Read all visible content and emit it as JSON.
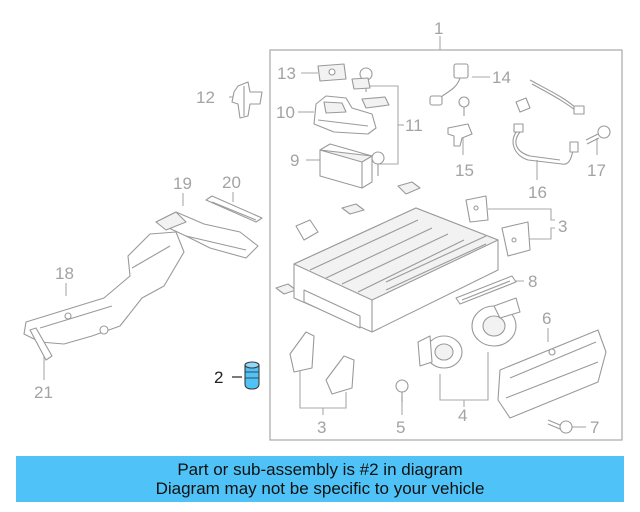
{
  "callouts": {
    "c1": "1",
    "c2": "2",
    "c3a": "3",
    "c3b": "3",
    "c4": "4",
    "c5": "5",
    "c6": "6",
    "c7": "7",
    "c8": "8",
    "c9": "9",
    "c10": "10",
    "c11": "11",
    "c12": "12",
    "c13": "13",
    "c14": "14",
    "c15": "15",
    "c16": "16",
    "c17": "17",
    "c18": "18",
    "c19": "19",
    "c20": "20",
    "c21": "21"
  },
  "highlight_color": "#4fc3f7",
  "banner": {
    "line1": "Part or sub-assembly is #2 in diagram",
    "line2": "Diagram may not be specific to your vehicle"
  }
}
